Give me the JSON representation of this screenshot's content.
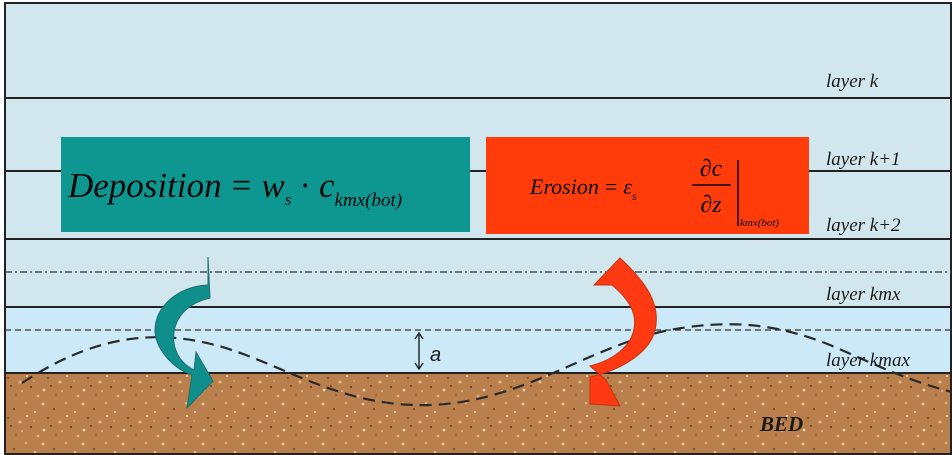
{
  "layers": [
    "layer k",
    "layer k+1",
    "layer k+2",
    "layer kmx",
    "layer kmax"
  ],
  "bed_label": "BED",
  "a_label": "a",
  "deposition": {
    "lhs": "Deposition",
    "eq": "=",
    "w": "w",
    "w_sub": "s",
    "dot": "·",
    "c": "c",
    "c_sub": "kmx(bot)"
  },
  "erosion": {
    "lhs": "Erosion",
    "eq": "=",
    "eps": "ε",
    "eps_sub": "s",
    "num": "∂c",
    "den": "∂z",
    "eval_sub": "kmx(bot)"
  },
  "colors": {
    "water": "#d2e6ee",
    "bottom_layer": "#cbe9f7",
    "bed": "#b97f4c",
    "deposition_box": "#0e9690",
    "erosion_box": "#ff3c0a",
    "arrow_teal": "#0f8f8b",
    "arrow_red": "#ff3a12"
  }
}
